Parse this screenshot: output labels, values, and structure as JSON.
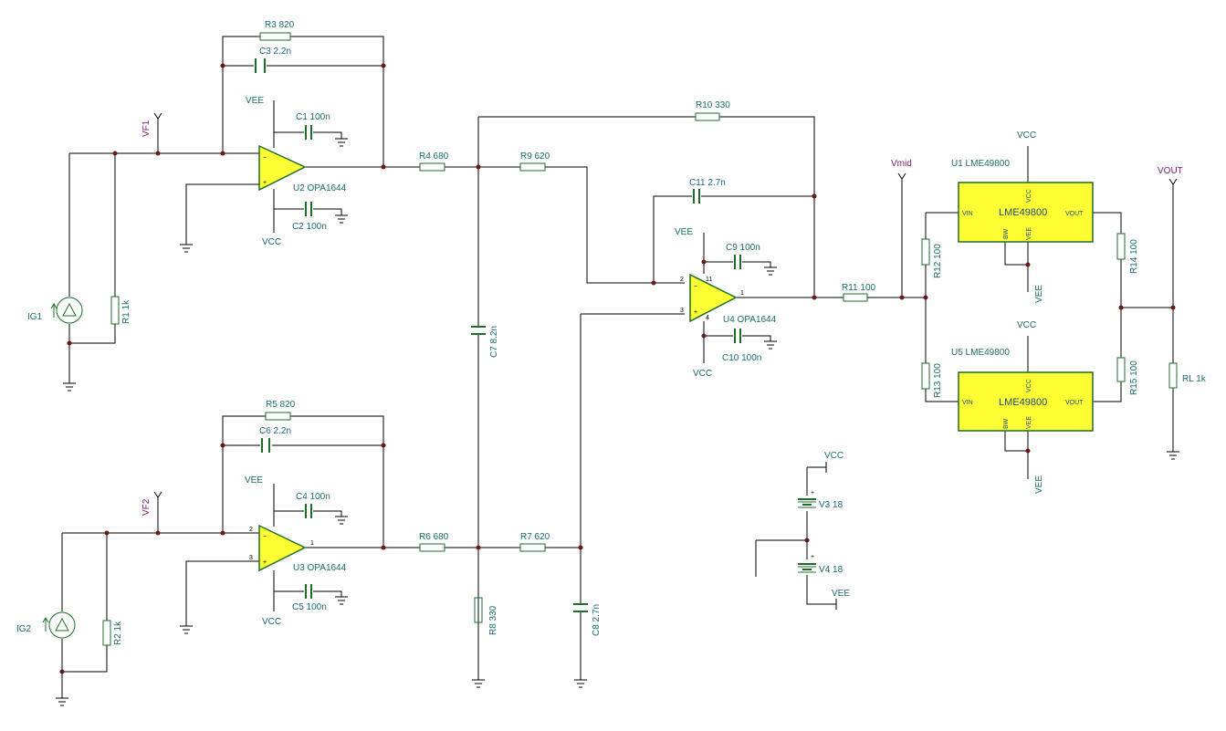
{
  "colors": {
    "wire": "#000000",
    "component": "#1e6e2a",
    "label": "#1a6b6b",
    "node_label": "#7a1a7a",
    "opamp_fill": "#ffff33",
    "junction": "#6b1a1a"
  },
  "components": {
    "R1": "R1 1k",
    "R2": "R2 1k",
    "R3": "R3 820",
    "R4": "R4 680",
    "R5": "R5 820",
    "R6": "R6 680",
    "R7": "R7 620",
    "R8": "R8 330",
    "R9": "R9 620",
    "R10": "R10 330",
    "R11": "R11 100",
    "R12": "R12 100",
    "R13": "R13 100",
    "R14": "R14 100",
    "R15": "R15 100",
    "RL": "RL 1k",
    "C1": "C1 100n",
    "C2": "C2 100n",
    "C3": "C3 2.2n",
    "C4": "C4 100n",
    "C5": "C5 100n",
    "C6": "C6 2.2n",
    "C7": "C7 8.2n",
    "C8": "C8 2.7n",
    "C9": "C9 100n",
    "C10": "C10 100n",
    "C11": "C11 2.7n",
    "U1": "U1 LME49800",
    "U2": "U2 OPA1644",
    "U3": "U3 OPA1644",
    "U4": "U4 OPA1644",
    "U5": "U5 LME49800",
    "IG1": "IG1",
    "IG2": "IG2",
    "V3": "V3 18",
    "V4": "V4 18"
  },
  "nodes": {
    "VF1": "VF1",
    "VF2": "VF2",
    "Vmid": "Vmid",
    "VOUT": "VOUT",
    "VCC": "VCC",
    "VEE": "VEE"
  },
  "chip": {
    "name": "LME49800",
    "pin_vin": "VIN",
    "pin_vout": "VOUT",
    "pin_vcc": "VCC",
    "pin_vee": "VEE",
    "pin_bw": "BW"
  },
  "pins": {
    "p1": "1",
    "p2": "2",
    "p3": "3",
    "p4": "4",
    "p11": "11"
  }
}
